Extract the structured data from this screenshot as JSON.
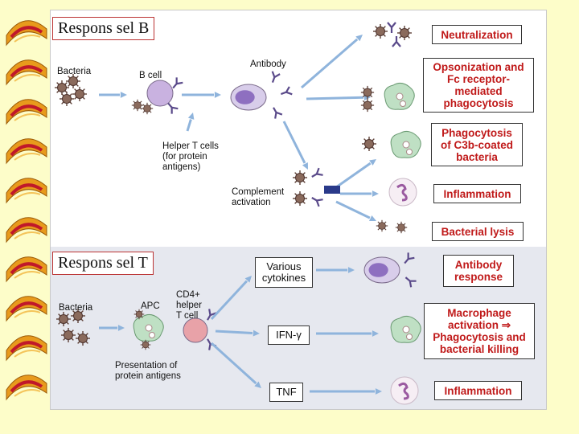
{
  "upper": {
    "title": "Respons sel B",
    "labels": {
      "bacteria": "Bacteria",
      "b_cell": "B cell",
      "antibody": "Antibody",
      "helper_t": "Helper T cells\n(for protein\nantigens)",
      "complement": "Complement\nactivation"
    },
    "outcomes": [
      "Neutralization",
      "Opsonization and\nFc receptor-\nmediated\nphagocytosis",
      "Phagocytosis\nof C3b-coated\nbacteria",
      "Inflammation",
      "Bacterial lysis"
    ]
  },
  "lower": {
    "title": "Respons sel T",
    "labels": {
      "bacteria": "Bacteria",
      "apc": "APC",
      "cd4": "CD4+\nhelper\nT cell",
      "presentation": "Presentation of\nprotein antigens"
    },
    "mediators": [
      "Various\ncytokines",
      "IFN-γ",
      "TNF"
    ],
    "outcomes": [
      "Antibody\nresponse",
      "Macrophage\nactivation ⇒\nPhagocytosis and\nbacterial killing",
      "Inflammation"
    ]
  },
  "colors": {
    "background": "#fdfdc9",
    "outcome_text": "#c01a1a",
    "arrow": "#8fb4dc",
    "bacteria": "#8a6a5c",
    "b_cell": "#c9b2e0",
    "macrophage": "#bfe0c4",
    "t_cell": "#e8a2a8"
  },
  "icons": [
    "spiral-binding-icon",
    "bacteria-icon",
    "b-cell-icon",
    "plasma-cell-icon",
    "antibody-icon",
    "macrophage-icon",
    "neutrophil-icon",
    "t-cell-icon"
  ]
}
